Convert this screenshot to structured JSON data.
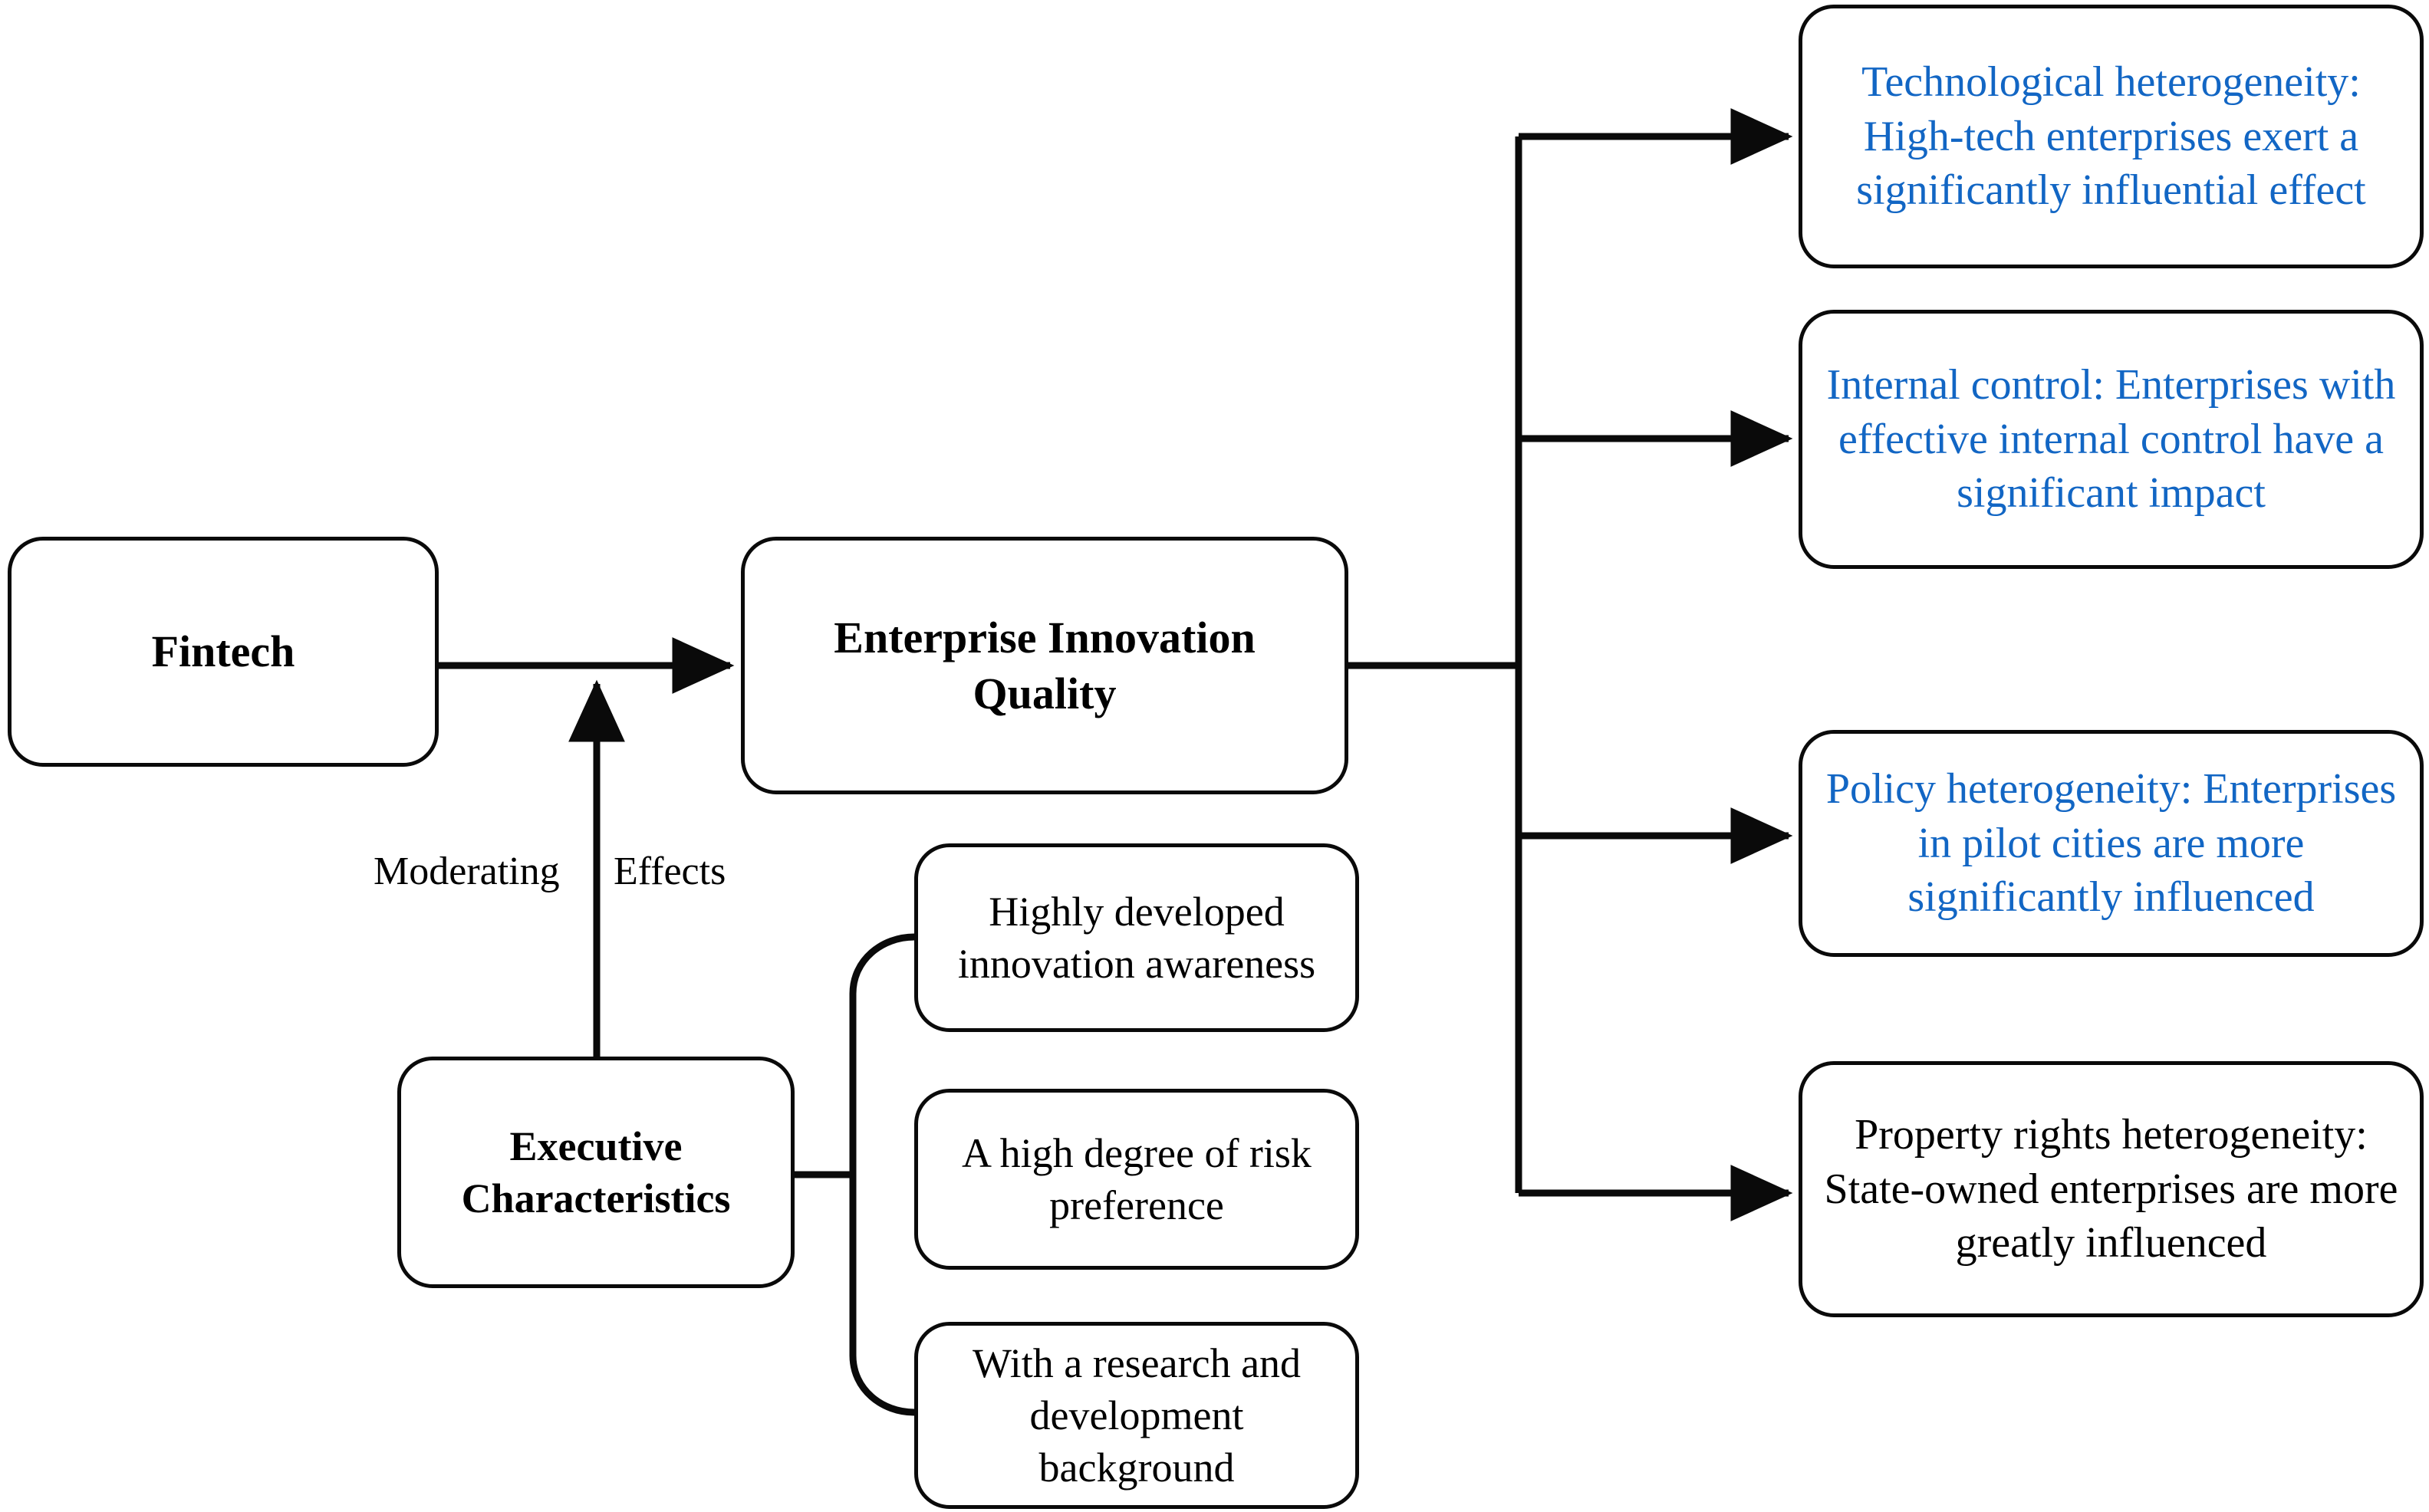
{
  "diagram": {
    "colors": {
      "stroke": "#0a0a0a",
      "text": "#000000",
      "accent_blue": "#1266c4",
      "background": "#ffffff"
    },
    "driver": {
      "label": "Fintech"
    },
    "outcome": {
      "label": "Enterprise Innovation Quality"
    },
    "moderator": {
      "label": "Executive\nCharacteristics",
      "relation_label_left": "Moderating",
      "relation_label_right": "Effects",
      "traits": [
        {
          "label": "Highly developed\ninnovation awareness"
        },
        {
          "label": "A high degree of risk\npreference"
        },
        {
          "label": "With a research and\ndevelopment\nbackground"
        }
      ]
    },
    "heterogeneity_results": [
      {
        "label": "Technological heterogeneity:\nHigh-tech enterprises exert a\nsignificantly influential effect",
        "color": "#1266c4"
      },
      {
        "label": "Internal control: Enterprises with\neffective internal control have a\nsignificant impact",
        "color": "#1266c4"
      },
      {
        "label": "Policy heterogeneity: Enterprises\nin pilot cities are more\nsignificantly influenced",
        "color": "#1266c4"
      },
      {
        "label": "Property rights heterogeneity:\nState-owned enterprises are more\ngreatly influenced",
        "color": "#000000"
      }
    ]
  }
}
